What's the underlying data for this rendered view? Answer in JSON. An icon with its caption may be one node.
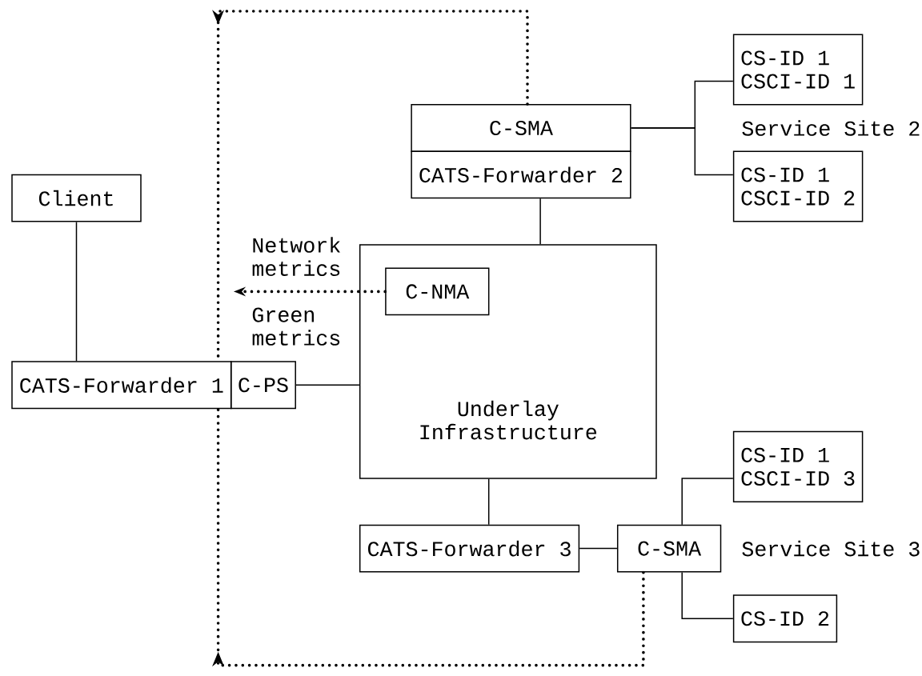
{
  "diagram": {
    "nodes": [
      {
        "text": [
          "Client"
        ]
      },
      {
        "text": [
          "CATS-Forwarder 1"
        ]
      },
      {
        "text": [
          "C-PS"
        ]
      },
      {
        "text": [
          "C-SMA"
        ]
      },
      {
        "text": [
          "CATS-Forwarder 2"
        ]
      },
      {
        "text": [
          "CS-ID 1",
          "CSCI-ID 1"
        ]
      },
      {
        "text": [
          "CS-ID 1",
          "CSCI-ID 2"
        ]
      },
      {
        "text": [
          "Underlay Infrastructure"
        ]
      },
      {
        "text": [
          "C-NMA"
        ],
        "in": 7
      },
      {
        "text": [
          "CATS-Forwarder 3"
        ]
      },
      {
        "text": [
          "C-SMA"
        ]
      },
      {
        "text": [
          "CS-ID 1",
          "CSCI-ID 3"
        ]
      },
      {
        "text": [
          "CS-ID 2"
        ]
      }
    ],
    "edges": [
      {
        "from": 0,
        "to": 1,
        "arrow": "none"
      },
      {
        "from": 2,
        "to": 7,
        "arrow": "none"
      },
      {
        "from": 4,
        "to": 7,
        "arrow": "none"
      },
      {
        "from": 3,
        "to": 5,
        "arrow": "none"
      },
      {
        "from": 3,
        "to": 6,
        "arrow": "none"
      },
      {
        "from": 7,
        "to": 9,
        "arrow": "none"
      },
      {
        "from": 9,
        "to": 10,
        "arrow": "none"
      },
      {
        "from": 10,
        "to": 11,
        "arrow": "none"
      },
      {
        "from": 10,
        "to": 12,
        "arrow": "none"
      },
      {
        "from": 3,
        "to": 1,
        "arrow": "to",
        "style": "dashed"
      },
      {
        "from": 8,
        "to": null,
        "arrow": "to",
        "style": "dashed"
      },
      {
        "from": 10,
        "to": 1,
        "arrow": "to",
        "style": "dashed"
      }
    ],
    "labels": [
      "Service Site 2",
      "Network metrics",
      "Green metrics",
      "Service Site 3"
    ]
  }
}
